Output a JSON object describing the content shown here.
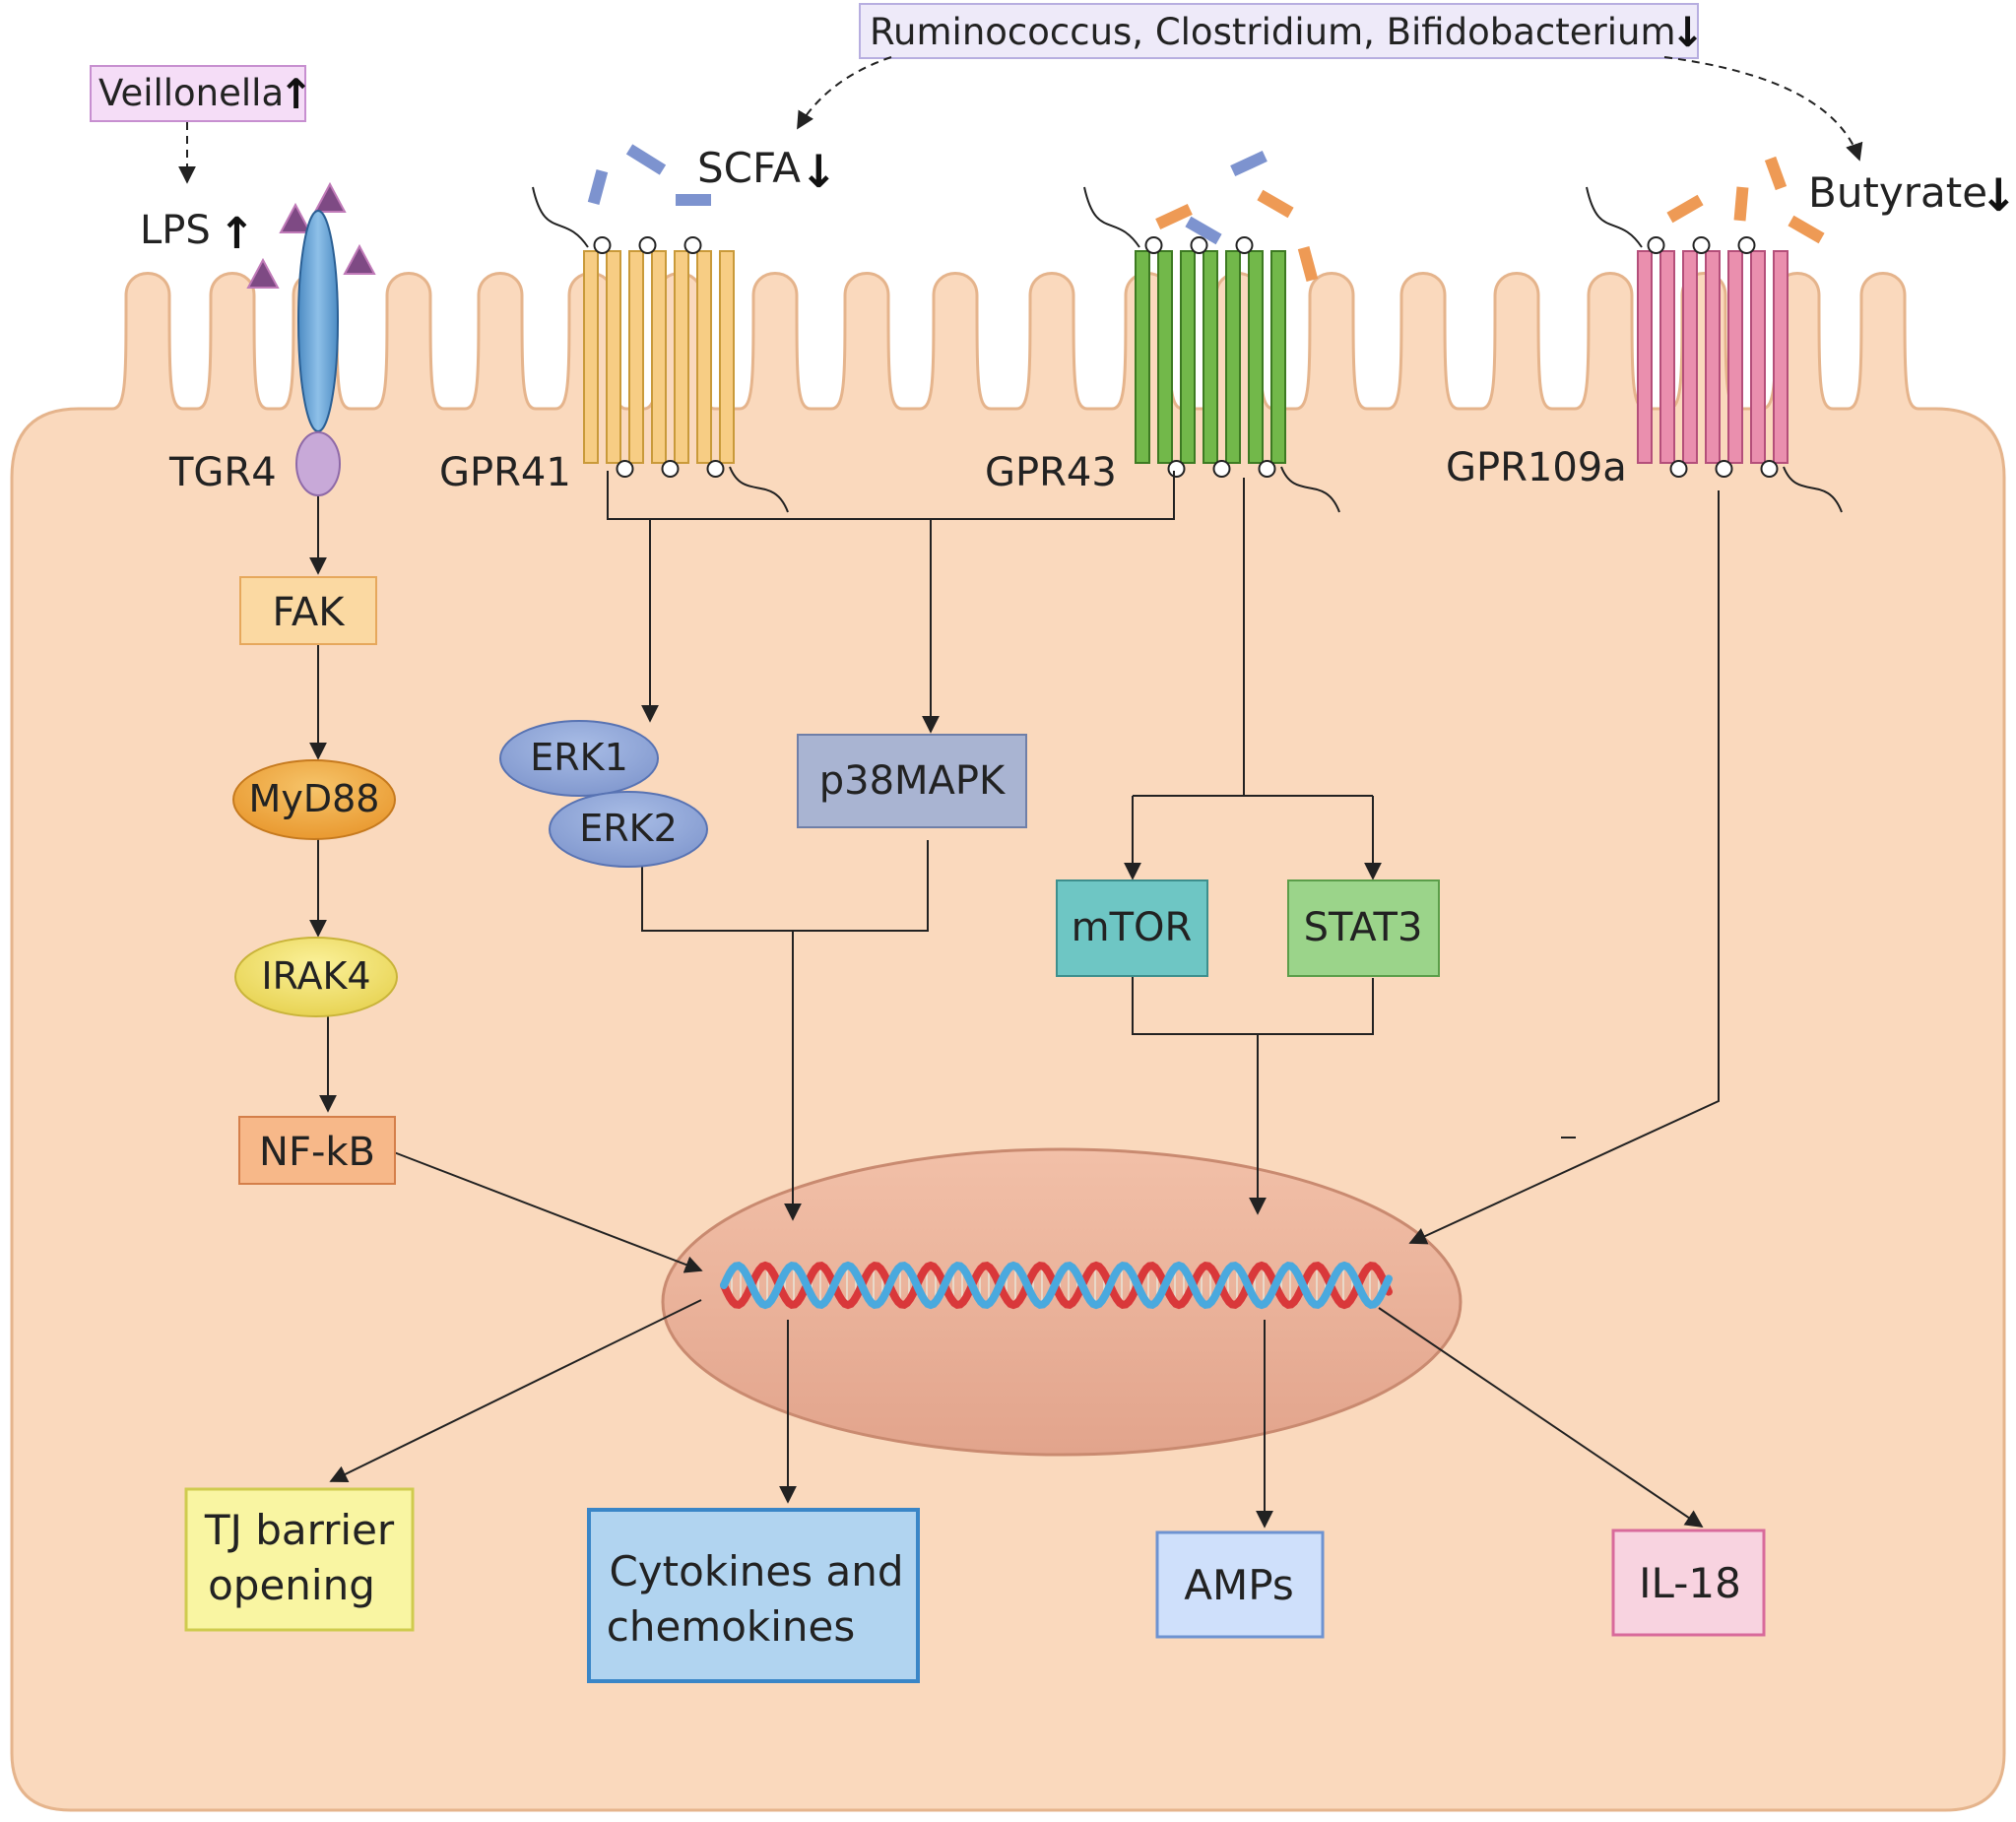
{
  "labels": {
    "bacteria_down": "Ruminococcus, Clostridium, Bifidobacterium",
    "veillonella_up": "Veillonella",
    "lps_up": "LPS",
    "scfa_down": "SCFA",
    "butyrate_down": "Butyrate",
    "tgr4": "TGR4",
    "gpr41": "GPR41",
    "gpr43": "GPR43",
    "gpr109a": "GPR109a"
  },
  "nodes": {
    "fak": "FAK",
    "myd88": "MyD88",
    "irak4": "IRAK4",
    "nfkb": "NF-kB",
    "erk1": "ERK1",
    "erk2": "ERK2",
    "p38mapk": "p38MAPK",
    "mtor": "mTOR",
    "stat3": "STAT3"
  },
  "outputs": {
    "tj_line1": "TJ barrier",
    "tj_line2": "opening",
    "cyto_line1": "Cytokines and",
    "cyto_line2": "chemokines",
    "amps": "AMPs",
    "il18": "IL-18"
  },
  "colors": {
    "cell": "#fad9bd",
    "cell_stroke": "#e8b990",
    "nucleus": "#ebb09a",
    "gpr41": "#f7cd84",
    "gpr43": "#72b84a",
    "gpr109a": "#ea8fae",
    "scfa_blue": "#7d93cf",
    "butyrate_orange": "#ee9a55",
    "lps_triangle": "#7e4a84"
  }
}
